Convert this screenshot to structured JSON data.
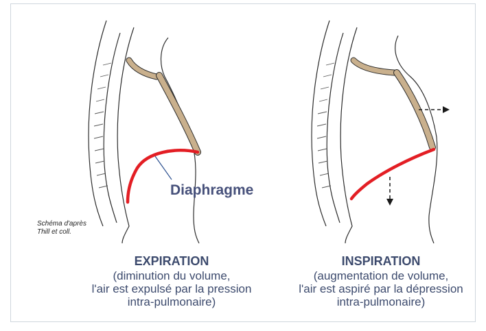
{
  "label_diaphragm": "Diaphragme",
  "credit": {
    "line1": "Schéma d'après",
    "line2": "Thill et coll."
  },
  "expiration": {
    "title": "EXPIRATION",
    "line1": "(diminution du volume,",
    "line2": "l'air est expulsé par la pression",
    "line3": "intra-pulmonaire)"
  },
  "inspiration": {
    "title": "INSPIRATION",
    "line1": "(augmentation de volume,",
    "line2": "l'air est aspiré par la dépression",
    "line3": "intra-pulmonaire)"
  },
  "colors": {
    "diaphragm": "#e31e24",
    "bone": "#c9b08d",
    "outline": "#2b2b2b",
    "text": "#3c4a6d"
  }
}
